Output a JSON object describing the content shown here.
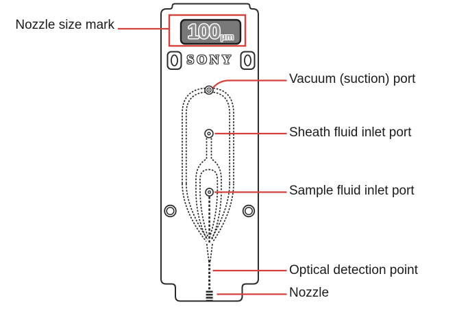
{
  "diagram": {
    "type": "labeled-schematic",
    "subject": "Sony flow-cytometry microfluidic sorting chip",
    "chip": {
      "brand": "SONY",
      "nozzle_size_value": "100",
      "nozzle_size_unit": "μm"
    },
    "labels": {
      "nozzle_size_mark": "Nozzle size mark",
      "vacuum_port": "Vacuum (suction) port",
      "sheath_port": "Sheath fluid inlet port",
      "sample_port": "Sample fluid inlet port",
      "optical_point": "Optical detection point",
      "nozzle": "Nozzle"
    },
    "colors": {
      "callout_red": "#d6403a",
      "outline_black": "#2b2b2b",
      "badge_gray": "#787878",
      "text_black": "#1a1a1a",
      "background": "#ffffff"
    }
  }
}
